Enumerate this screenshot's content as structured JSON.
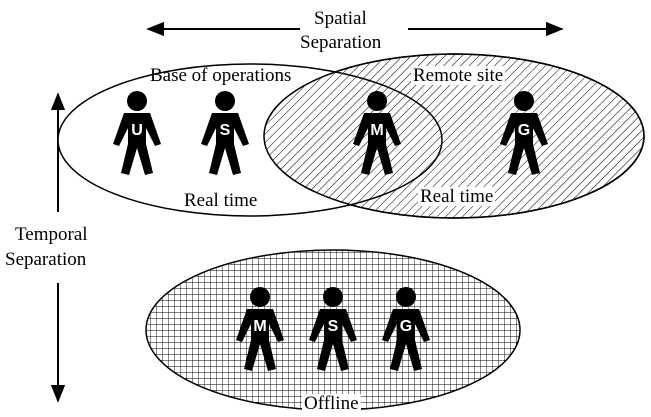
{
  "labels": {
    "spatial_line1": "Spatial",
    "spatial_line2": "Separation",
    "temporal_line1": "Temporal",
    "temporal_line2": "Separation",
    "base": "Base of operations",
    "remote": "Remote site",
    "realtime_left": "Real time",
    "realtime_right": "Real time",
    "offline": "Offline"
  },
  "figures": {
    "base": [
      "U",
      "S"
    ],
    "overlap": [
      "M"
    ],
    "remote": [
      "G"
    ],
    "offline": [
      "M",
      "S",
      "G"
    ]
  },
  "colors": {
    "ink": "#000000",
    "background": "#ffffff"
  }
}
